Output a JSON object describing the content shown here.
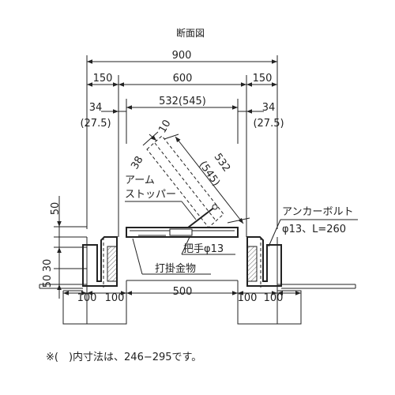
{
  "title": "断面図",
  "dimensions": {
    "total": "900",
    "side_left": "150",
    "center": "600",
    "side_right": "150",
    "inner": "532(545)",
    "offset_left": "34",
    "offset_left_alt": "(27.5)",
    "offset_right": "34",
    "offset_right_alt": "(27.5)",
    "lid_thick": "38",
    "lid_gap": "10",
    "lid_len": "532",
    "lid_len_alt": "(545)",
    "v_50_top": "50",
    "v_30": "30",
    "v_50_bottom": "50",
    "base_left_a": "100",
    "base_left_b": "100",
    "opening": "500",
    "base_right_a": "100",
    "base_right_b": "100"
  },
  "labels": {
    "arm_line1": "アーム",
    "arm_line2": "ストッパー",
    "anchor_line1": "アンカーボルト",
    "anchor_line2": "φ13、L=260",
    "handle": "把手φ13",
    "latch": "打掛金物"
  },
  "note": "※(　)内寸法は、246−295です。"
}
